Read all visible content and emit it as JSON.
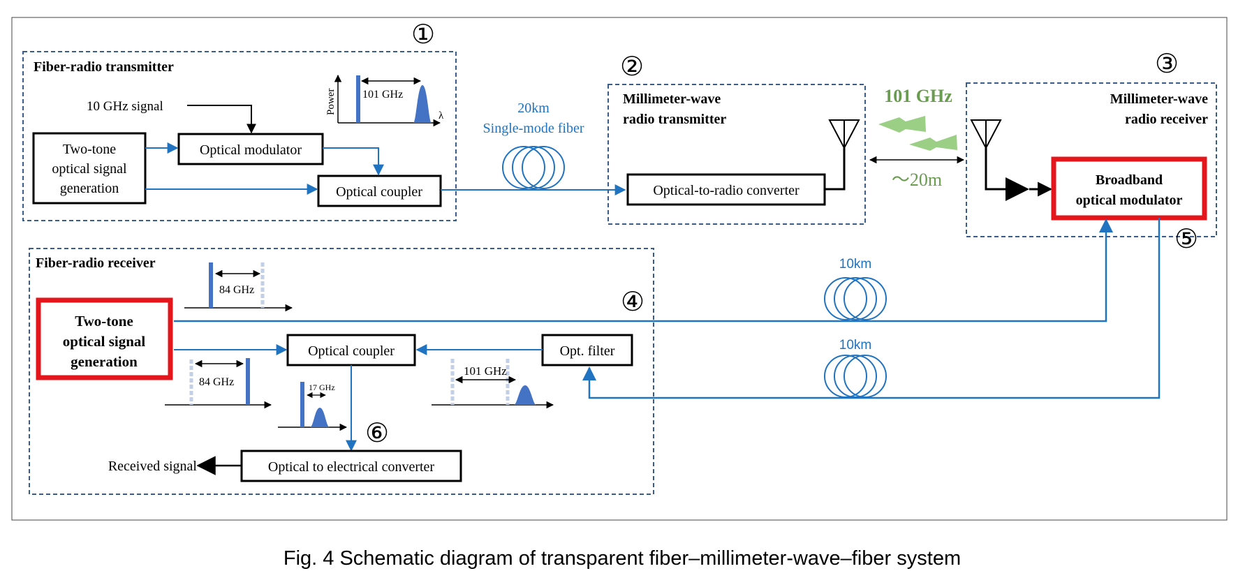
{
  "caption": "Fig. 4 Schematic diagram of transparent fiber–millimeter-wave–fiber system",
  "markers": {
    "m1": "①",
    "m2": "②",
    "m3": "③",
    "m4": "④",
    "m5": "⑤",
    "m6": "⑥"
  },
  "transmitter": {
    "title": "Fiber-radio transmitter",
    "signal_10ghz": "10 GHz signal",
    "two_tone_l1": "Two-tone",
    "two_tone_l2": "optical signal",
    "two_tone_l3": "generation",
    "modulator": "Optical modulator",
    "coupler": "Optical coupler",
    "spectrum_power": "Power",
    "spectrum_freq": "101 GHz",
    "spectrum_lambda": "λ"
  },
  "fiber_tx": {
    "length": "20km",
    "type": "Single-mode fiber"
  },
  "mmw_tx": {
    "title_l1": "Millimeter-wave",
    "title_l2": "radio transmitter",
    "converter": "Optical-to-radio converter"
  },
  "link": {
    "freq": "101 GHz",
    "distance": "～20m"
  },
  "mmw_rx": {
    "title_l1": "Millimeter-wave",
    "title_l2": "radio receiver",
    "modulator_l1": "Broadband",
    "modulator_l2": "optical modulator"
  },
  "fiber_upper": "10km",
  "fiber_lower": "10km",
  "receiver": {
    "title": "Fiber-radio receiver",
    "two_tone_l1": "Two-tone",
    "two_tone_l2": "optical signal",
    "two_tone_l3": "generation",
    "coupler": "Optical coupler",
    "filter": "Opt. filter",
    "oe_converter": "Optical to electrical converter",
    "received": "Received signal",
    "spec_84_top": "84 GHz",
    "spec_84_mid": "84 GHz",
    "spec_17": "17 GHz",
    "spec_101": "101 GHz"
  },
  "colors": {
    "blue": "#1f73c0",
    "red": "#e4151b",
    "green": "#6a9c50",
    "dash": "#3a5c8c",
    "spectrum": "#4472c4"
  }
}
